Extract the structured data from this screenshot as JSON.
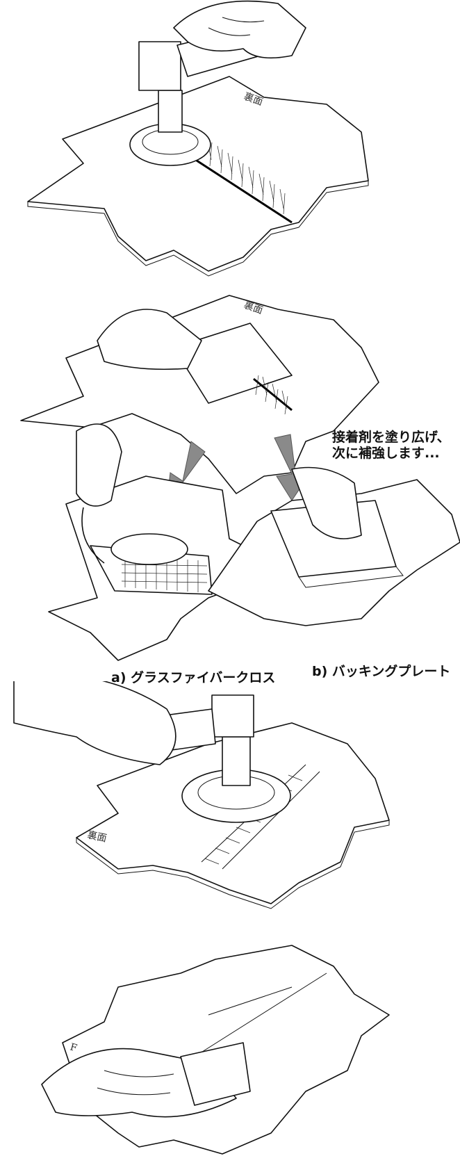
{
  "figure": {
    "surface_mark": "裏面",
    "edge_mark": "F",
    "step2": {
      "instruction": "接着剤を塗り広げ、次に補強します...",
      "options": [
        {
          "prefix": "a)",
          "label": "グラスファイバークロス"
        },
        {
          "prefix": "b)",
          "label": "バッキングプレート"
        }
      ]
    }
  },
  "colors": {
    "line": "#111111",
    "arrow": "#8a8a8a",
    "background": "#ffffff"
  }
}
